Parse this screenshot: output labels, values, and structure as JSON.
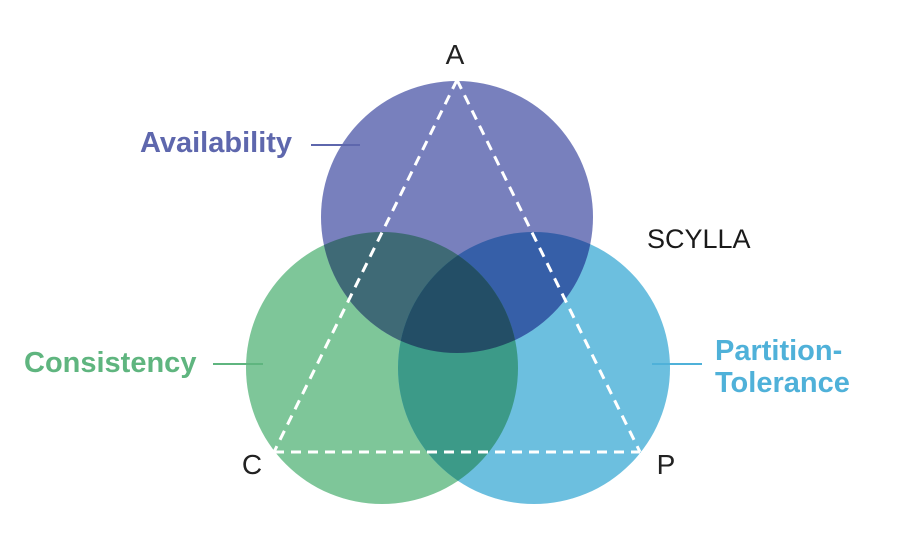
{
  "vertices": {
    "a": "A",
    "c": "C",
    "p": "P"
  },
  "circles": {
    "availability": {
      "label": "Availability",
      "color": "#7880bd",
      "label_color": "#5e67ad"
    },
    "consistency": {
      "label": "Consistency",
      "color": "#7ec699",
      "label_color": "#5fb57f"
    },
    "partition": {
      "label_line1": "Partition-",
      "label_line2": "Tolerance",
      "color": "#6cbfdf",
      "label_color": "#4fb1d9"
    }
  },
  "overlaps": {
    "availability_consistency": "#3f6a76",
    "availability_partition": "#365fa8",
    "consistency_partition": "#3c9a88",
    "center": "#234e66"
  },
  "brand": "SCYLLA"
}
